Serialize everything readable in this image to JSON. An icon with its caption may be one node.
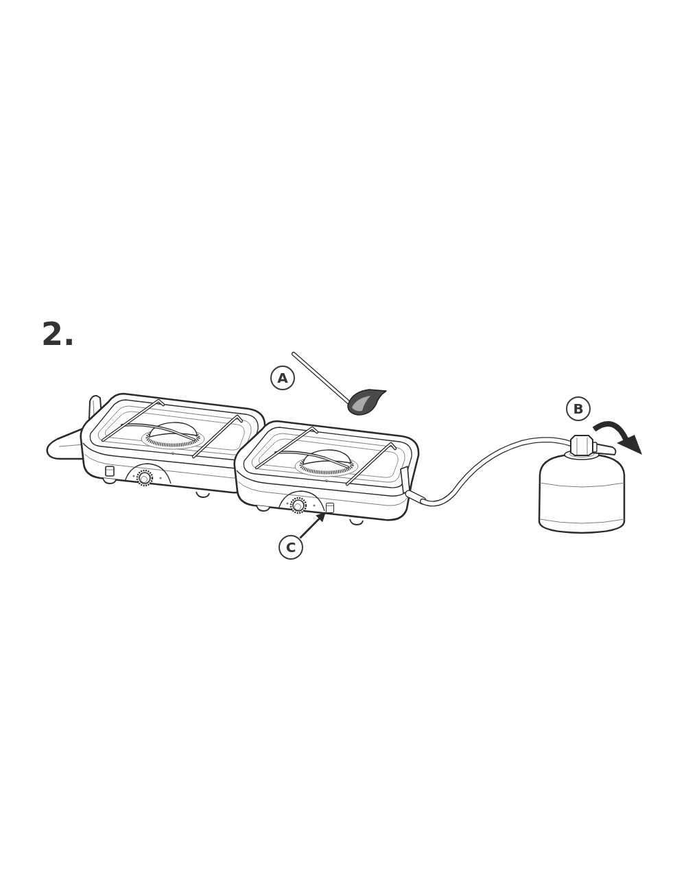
{
  "diagram": {
    "title": "2.",
    "nodes": [
      {
        "text": [
          "A"
        ]
      },
      {
        "text": [
          "B"
        ]
      },
      {
        "text": [
          "C"
        ]
      },
      {
        "text": [],
        "shape": "box"
      }
    ],
    "edges": [
      {
        "from": 2,
        "to": 3,
        "arrow": "to"
      }
    ]
  }
}
